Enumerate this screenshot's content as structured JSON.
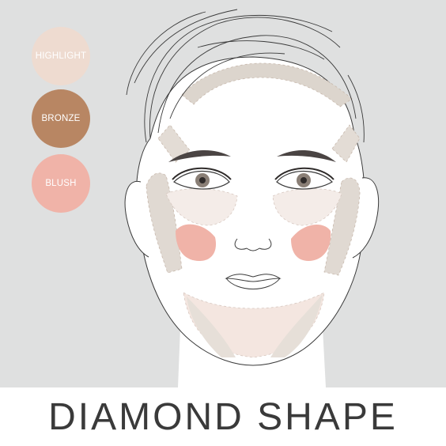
{
  "legend": {
    "items": [
      {
        "label": "HIGHLIGHT",
        "color": "#eedbd0"
      },
      {
        "label": "BRONZE",
        "color": "#b88663"
      },
      {
        "label": "BLUSH",
        "color": "#f0b3a8"
      }
    ]
  },
  "caption": {
    "title": "DIAMOND SHAPE"
  },
  "colors": {
    "background": "#dfe0e0",
    "face": "#ffffff",
    "line": "#3a3a3a",
    "contour": "#dcd5cd",
    "highlight_zone": "#f4ece8",
    "blush_zone": "#f0b3a8"
  }
}
